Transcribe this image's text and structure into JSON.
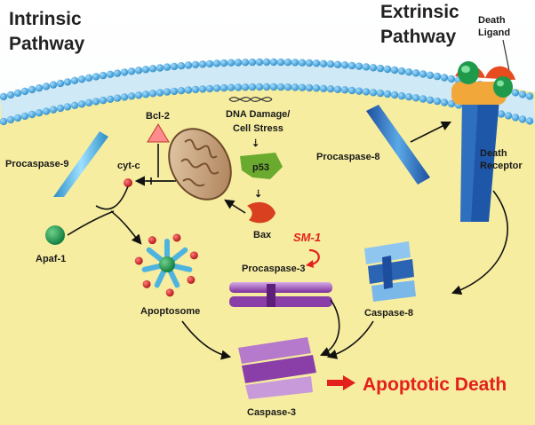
{
  "titles": {
    "intrinsic_line1": "Intrinsic",
    "intrinsic_line2": "Pathway",
    "extrinsic_line1": "Extrinsic",
    "extrinsic_line2": "Pathway"
  },
  "labels": {
    "death_ligand_line1": "Death",
    "death_ligand_line2": "Ligand",
    "dna_damage_line1": "DNA Damage/",
    "dna_damage_line2": "Cell Stress",
    "p53": "p53",
    "bax": "Bax",
    "bcl2": "Bcl-2",
    "cytc": "cyt-c",
    "procaspase9": "Procaspase-9",
    "apaf1": "Apaf-1",
    "apoptosome": "Apoptosome",
    "sm1": "SM-1",
    "procaspase3": "Procaspase-3",
    "procaspase8": "Procaspase-8",
    "death_receptor_line1": "Death",
    "death_receptor_line2": "Receptor",
    "caspase8": "Caspase-8",
    "caspase3": "Caspase-3",
    "apoptotic_death": "Apoptotic Death"
  },
  "colors": {
    "cytoplasm": "#f6eda0",
    "membrane": "#3aa9dc",
    "caspase_purple": "#8a3fa8",
    "caspase_blue": "#2c64b4",
    "outcome_red": "#e3201b",
    "p53_green": "#6aaa2e",
    "bax_red": "#d9401f"
  }
}
